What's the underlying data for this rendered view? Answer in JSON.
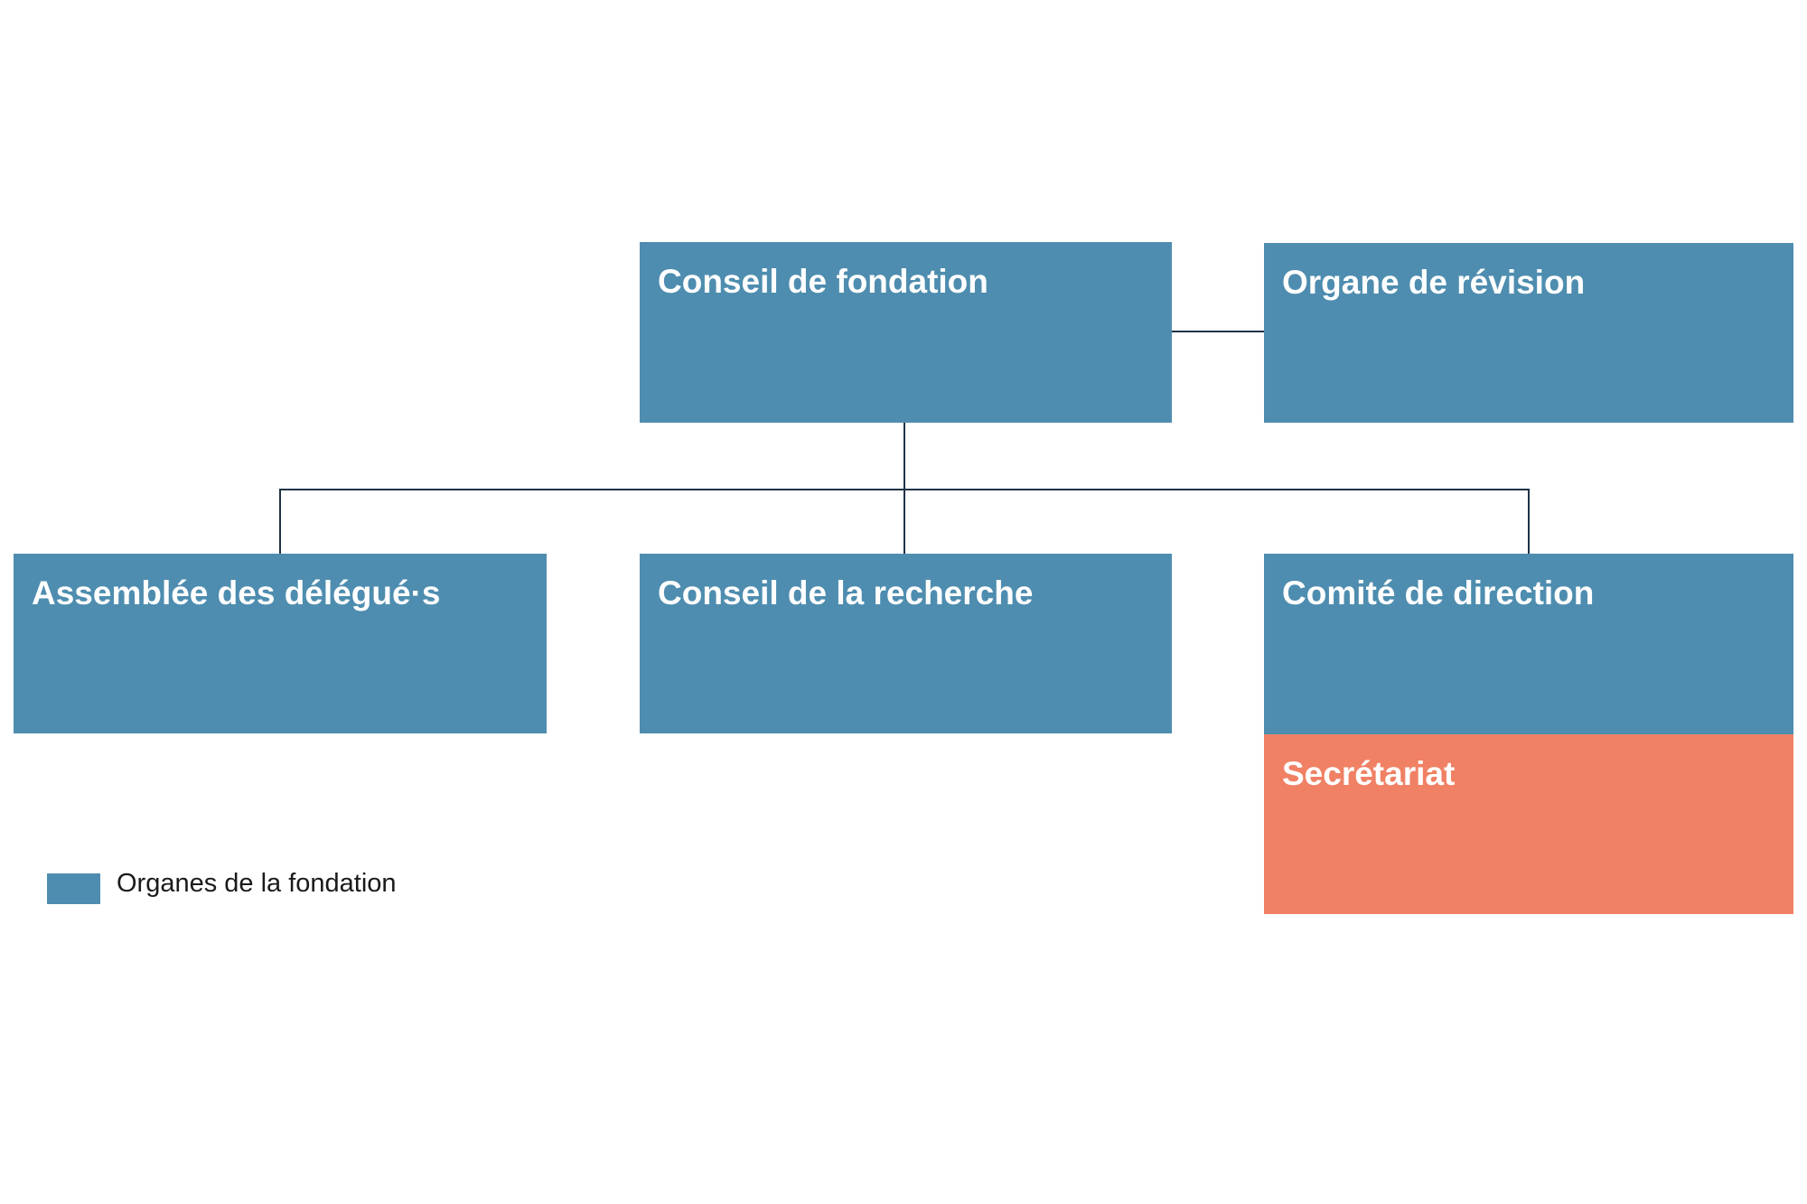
{
  "colors": {
    "organ_blue": "#4e8daf",
    "secretariat_orange": "#f08165",
    "connector": "#1f3347"
  },
  "nodes": {
    "conseil_fondation": "Conseil de fondation",
    "organe_revision": "Organe de révision",
    "assemblee_delegues": "Assemblée des délégué·s",
    "conseil_recherche": "Conseil de la recherche",
    "comite_direction": "Comité de direction",
    "secretariat": "Secrétariat"
  },
  "legend": {
    "items": [
      {
        "label": "Organes de la fondation",
        "color": "#4e8daf"
      }
    ]
  }
}
